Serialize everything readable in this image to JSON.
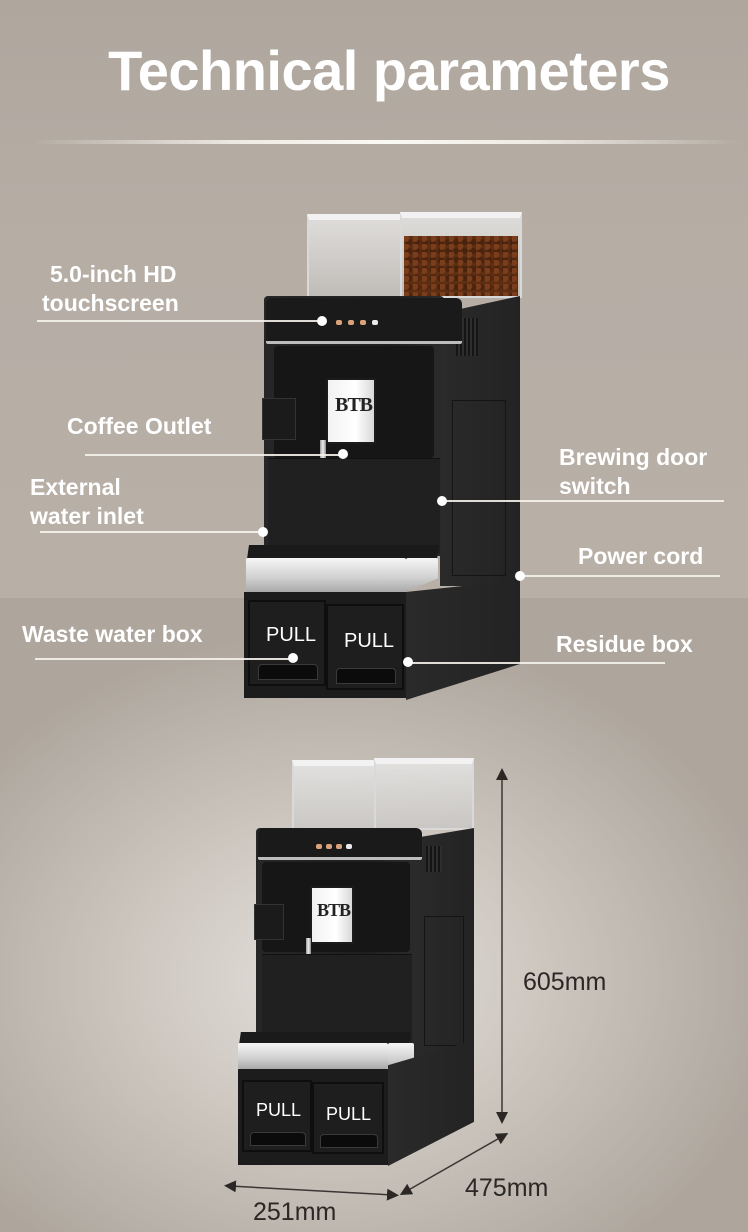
{
  "page": {
    "title": "Technical parameters"
  },
  "callouts": [
    {
      "id": "touchscreen",
      "line1": "5.0-inch HD",
      "line2": "touchscreen"
    },
    {
      "id": "coffee-outlet",
      "line1": "Coffee Outlet"
    },
    {
      "id": "water-inlet",
      "line1": "External",
      "line2": "water inlet"
    },
    {
      "id": "brewing-door",
      "line1": "Brewing door",
      "line2": "switch"
    },
    {
      "id": "power-cord",
      "line1": "Power cord"
    },
    {
      "id": "waste-water",
      "line1": "Waste water box"
    },
    {
      "id": "residue-box",
      "line1": "Residue box"
    }
  ],
  "machine": {
    "brand_mark": "BTB",
    "drawer_labels": [
      "PULL",
      "PULL"
    ]
  },
  "dimensions": {
    "height": "605mm",
    "depth": "475mm",
    "width": "251mm"
  },
  "colors": {
    "background": "#b2aba2",
    "machine_body": "#222222",
    "label_text": "#ffffff",
    "dimension_text": "#2a2724"
  }
}
